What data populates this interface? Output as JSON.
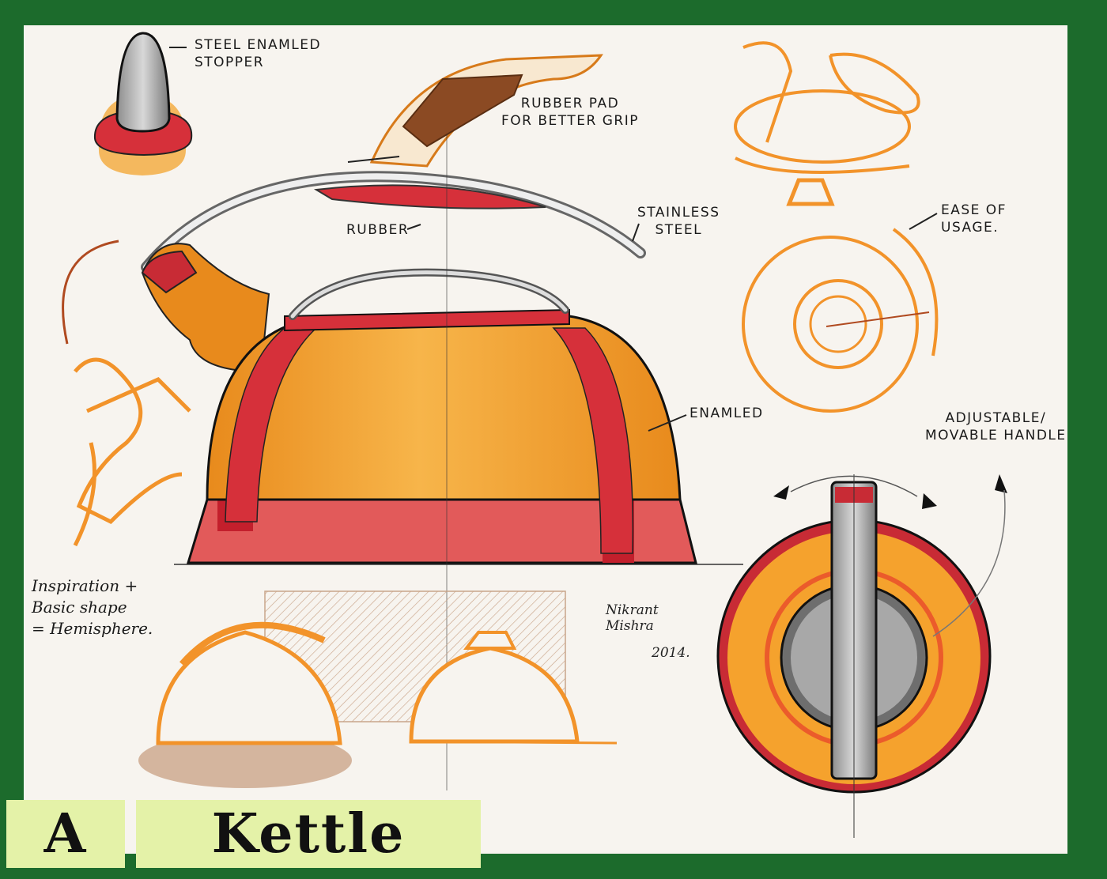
{
  "labels": {
    "stopper": "STEEL ENAMLED\nSTOPPER",
    "rubber_pad": "RUBBER PAD\nFOR BETTER GRIP",
    "rubber": "RUBBER",
    "stainless": "STAINLESS\nSTEEL",
    "ease": "EASE OF\nUSAGE.",
    "enamled": "ENAMLED",
    "adjustable": "ADJUSTABLE/\nMOVABLE HANDLE",
    "inspiration": "Inspiration +\nBasic shape\n= Hemisphere."
  },
  "signature": {
    "name": "Nikrant\nMishra",
    "year": "2014."
  },
  "title": {
    "word1": "A",
    "word2": "Kettle"
  },
  "colors": {
    "border": "#1c6b2c",
    "paper": "#f7f4ef",
    "orange": "#f5a22d",
    "red": "#d6303a",
    "title_bg": "#e4f2a8"
  }
}
